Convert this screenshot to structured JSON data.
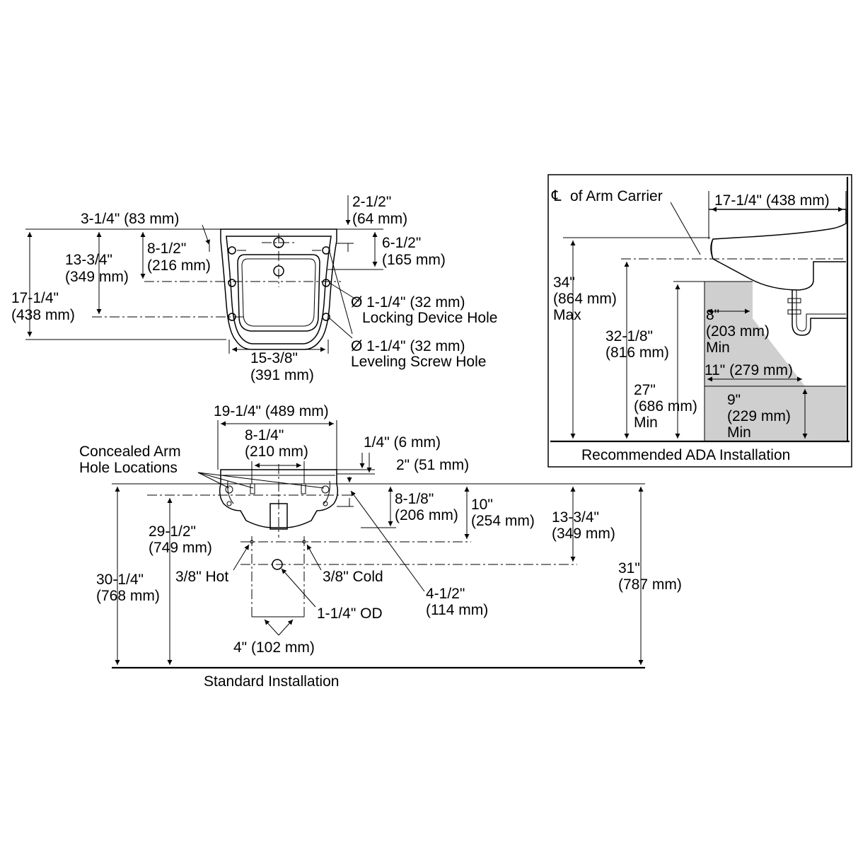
{
  "top_view": {
    "dim_3_1_4": "3-1/4\" (83 mm)",
    "dim_2_1_2_in": "2-1/2\"",
    "dim_2_1_2_mm": "(64 mm)",
    "dim_6_1_2_in": "6-1/2\"",
    "dim_6_1_2_mm": "(165 mm)",
    "dim_8_1_2_in": "8-1/2\"",
    "dim_8_1_2_mm": "(216 mm)",
    "dim_13_3_4_in": "13-3/4\"",
    "dim_13_3_4_mm": "(349 mm)",
    "dim_17_1_4_in": "17-1/4\"",
    "dim_17_1_4_mm": "(438 mm)",
    "dim_15_3_8_in": "15-3/8\"",
    "dim_15_3_8_mm": "(391 mm)",
    "locking_dia": "Ø 1-1/4\" (32 mm)",
    "locking_label": "Locking Device Hole",
    "leveling_dia": "Ø 1-1/4\" (32 mm)",
    "leveling_label": "Leveling Screw Hole"
  },
  "front_view": {
    "dim_19_1_4": "19-1/4\" (489 mm)",
    "dim_8_1_4_in": "8-1/4\"",
    "dim_8_1_4_mm": "(210 mm)",
    "concealed_1": "Concealed Arm",
    "concealed_2": "Hole Locations",
    "dim_1_4": "1/4\" (6 mm)",
    "dim_2": "2\" (51 mm)",
    "dim_8_1_8_in": "8-1/8\"",
    "dim_8_1_8_mm": "(206 mm)",
    "dim_10_in": "10\"",
    "dim_10_mm": "(254 mm)",
    "dim_13_3_4_in": "13-3/4\"",
    "dim_13_3_4_mm": "(349 mm)",
    "dim_29_1_2_in": "29-1/2\"",
    "dim_29_1_2_mm": "(749 mm)",
    "dim_30_1_4_in": "30-1/4\"",
    "dim_30_1_4_mm": "(768 mm)",
    "dim_31_in": "31\"",
    "dim_31_mm": "(787 mm)",
    "hot": "3/8\" Hot",
    "cold": "3/8\" Cold",
    "od": "1-1/4\" OD",
    "dim_4_1_2_in": "4-1/2\"",
    "dim_4_1_2_mm": "(114 mm)",
    "dim_4": "4\" (102 mm)",
    "caption": "Standard Installation"
  },
  "ada_view": {
    "cl_symbol": "℄",
    "cl_label": "of Arm Carrier",
    "dim_17_1_4": "17-1/4\" (438 mm)",
    "dim_34_in": "34\"",
    "dim_34_mm": "(864 mm)",
    "dim_34_max": "Max",
    "dim_32_1_8_in": "32-1/8\"",
    "dim_32_1_8_mm": "(816 mm)",
    "dim_8_in": "8\"",
    "dim_8_mm": "(203 mm)",
    "dim_8_min": "Min",
    "dim_11": "11\" (279 mm)",
    "dim_27_in": "27\"",
    "dim_27_mm": "(686 mm)",
    "dim_27_min": "Min",
    "dim_9_in": "9\"",
    "dim_9_mm": "(229 mm)",
    "dim_9_min": "Min",
    "caption": "Recommended ADA Installation"
  }
}
